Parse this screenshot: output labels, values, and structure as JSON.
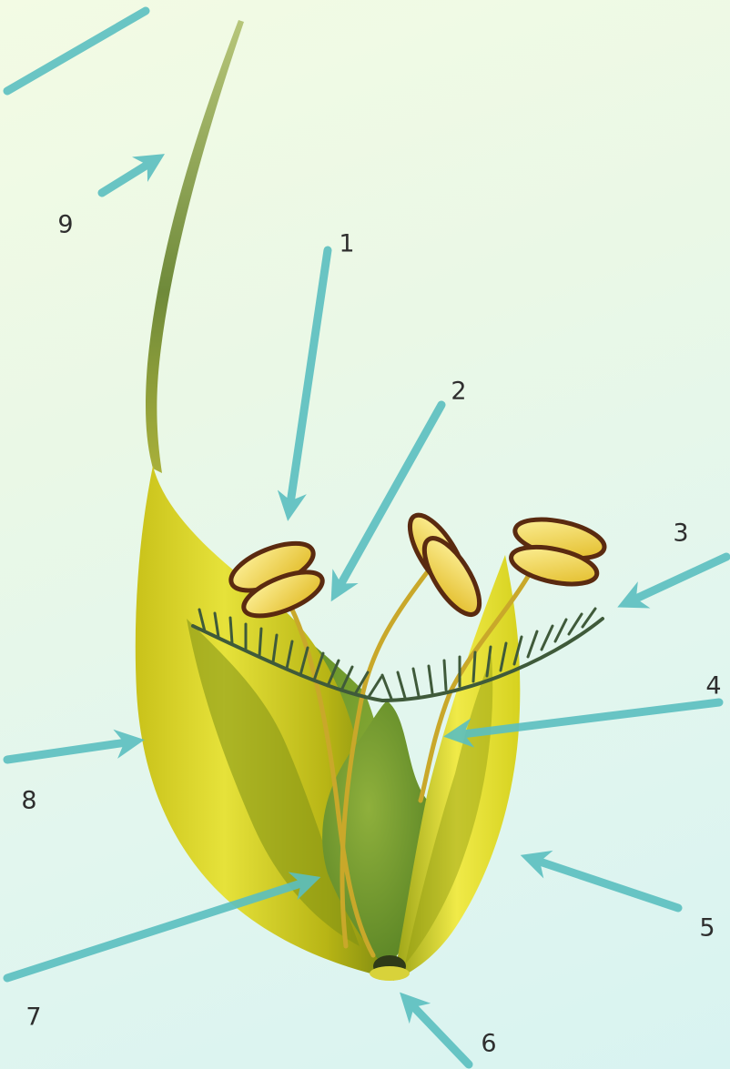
{
  "labels": [
    "1",
    "2",
    "3",
    "4",
    "5",
    "6",
    "7",
    "8",
    "9"
  ],
  "colors": {
    "arrow": "#5bbfc0",
    "husk_light": "#e9e63a",
    "husk_dark": "#8a8a00",
    "ovary": "#6f9a2a",
    "anther": "#f2d43a",
    "anther_outline": "#5a2a10",
    "stigma": "#3f5a3a"
  }
}
